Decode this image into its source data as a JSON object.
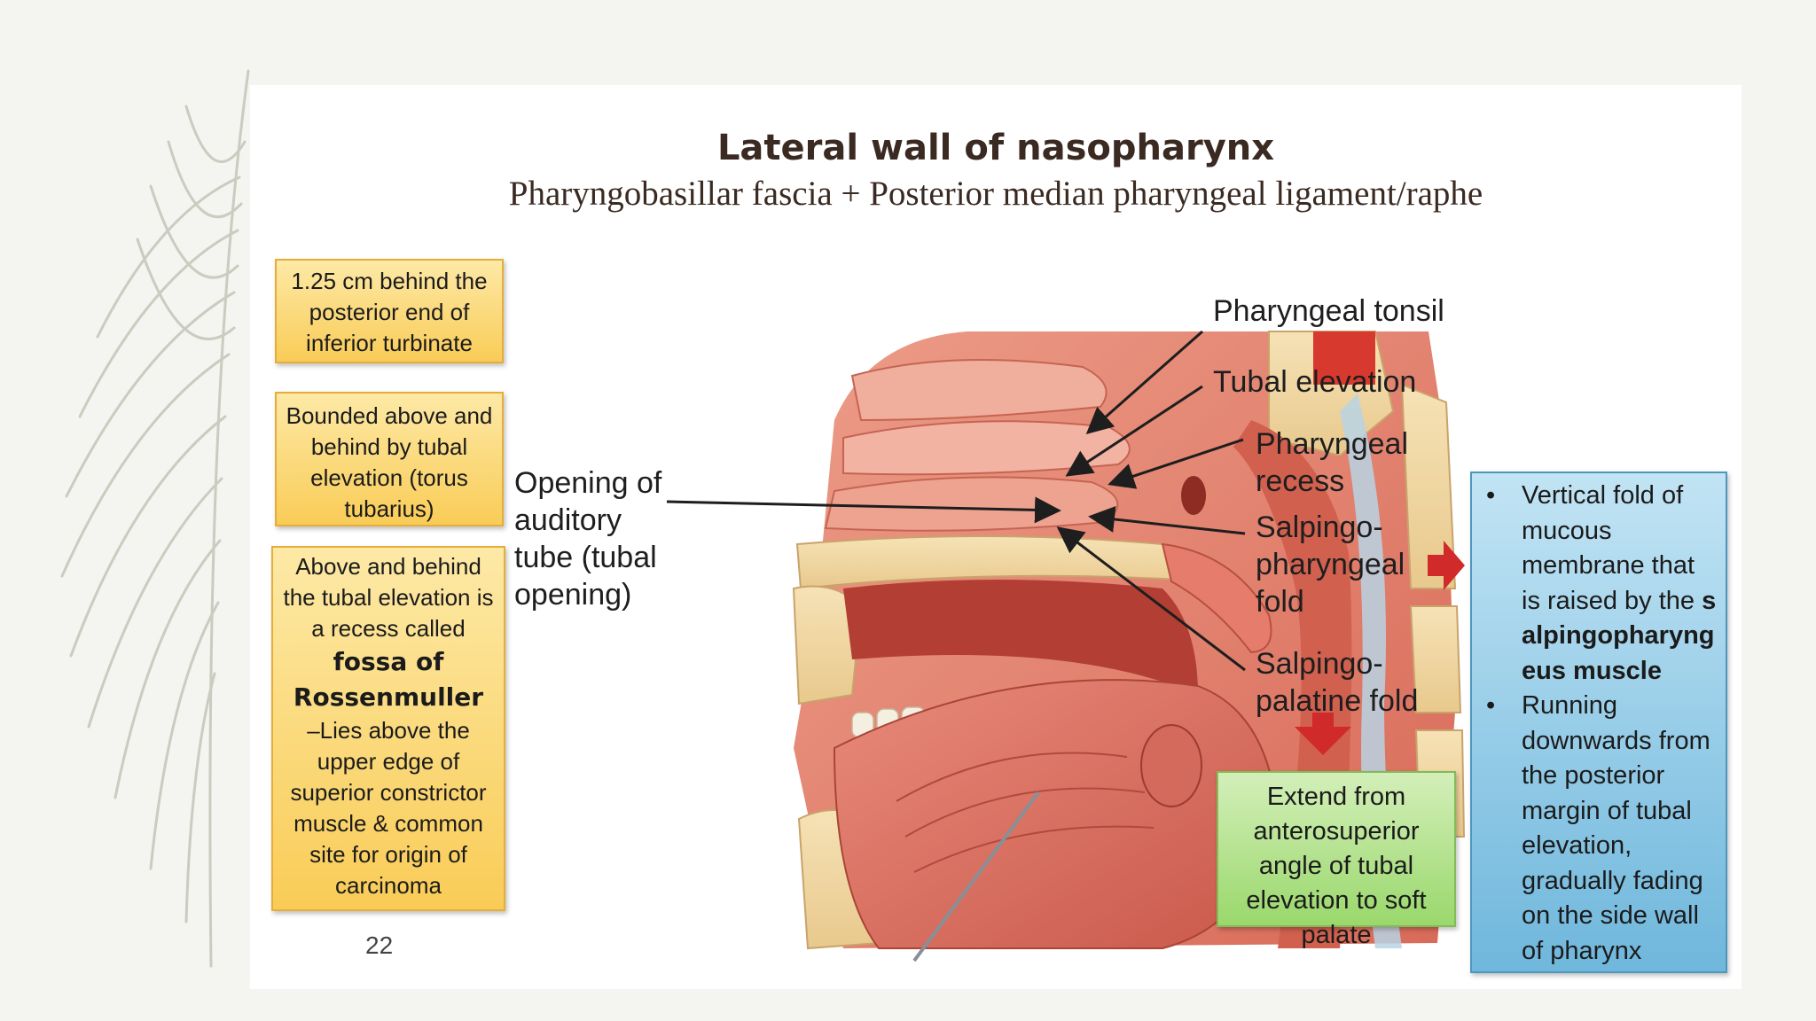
{
  "slide": {
    "title": "Lateral wall of nasopharynx",
    "subtitle": "Pharyngobasillar fascia + Posterior median pharyngeal ligament/raphe",
    "page_number": "22"
  },
  "left_boxes": [
    {
      "text": "1.25 cm behind the posterior end of inferior turbinate"
    },
    {
      "text": "Bounded above and behind by tubal elevation (torus tubarius)"
    },
    {
      "intro": "Above and behind the tubal elevation is a recess called",
      "bold": "fossa of Rossenmuller",
      "rest": "–Lies above the upper edge of superior constrictor muscle & common site for origin of carcinoma"
    }
  ],
  "labels": {
    "opening": "Opening of auditory tube (tubal opening)",
    "pharyngeal_tonsil": "Pharyngeal tonsil",
    "tubal_elevation": "Tubal elevation",
    "pharyngeal_recess": "Pharyngeal recess",
    "salpingopharyngeal_fold": "Salpingo-pharyngeal fold",
    "salpingopalatine_fold": "Salpingo-palatine fold"
  },
  "green_box": {
    "text": "Extend from anterosuperior angle of tubal elevation to soft palate"
  },
  "blue_box": {
    "bullet1_text": "Vertical fold of mucous membrane that is raised by the",
    "bullet1_bold": "salpingopharyngeus muscle",
    "bullet2_text": "Running downwards from the posterior margin of tubal elevation, gradually fading on the side wall of pharynx"
  },
  "colors": {
    "accent_arrow": "#d02a2a",
    "yellow_box": "#f9cc57",
    "green_box": "#9ad86c",
    "blue_box": "#6fb7dc",
    "title_text": "#3a2a22"
  }
}
